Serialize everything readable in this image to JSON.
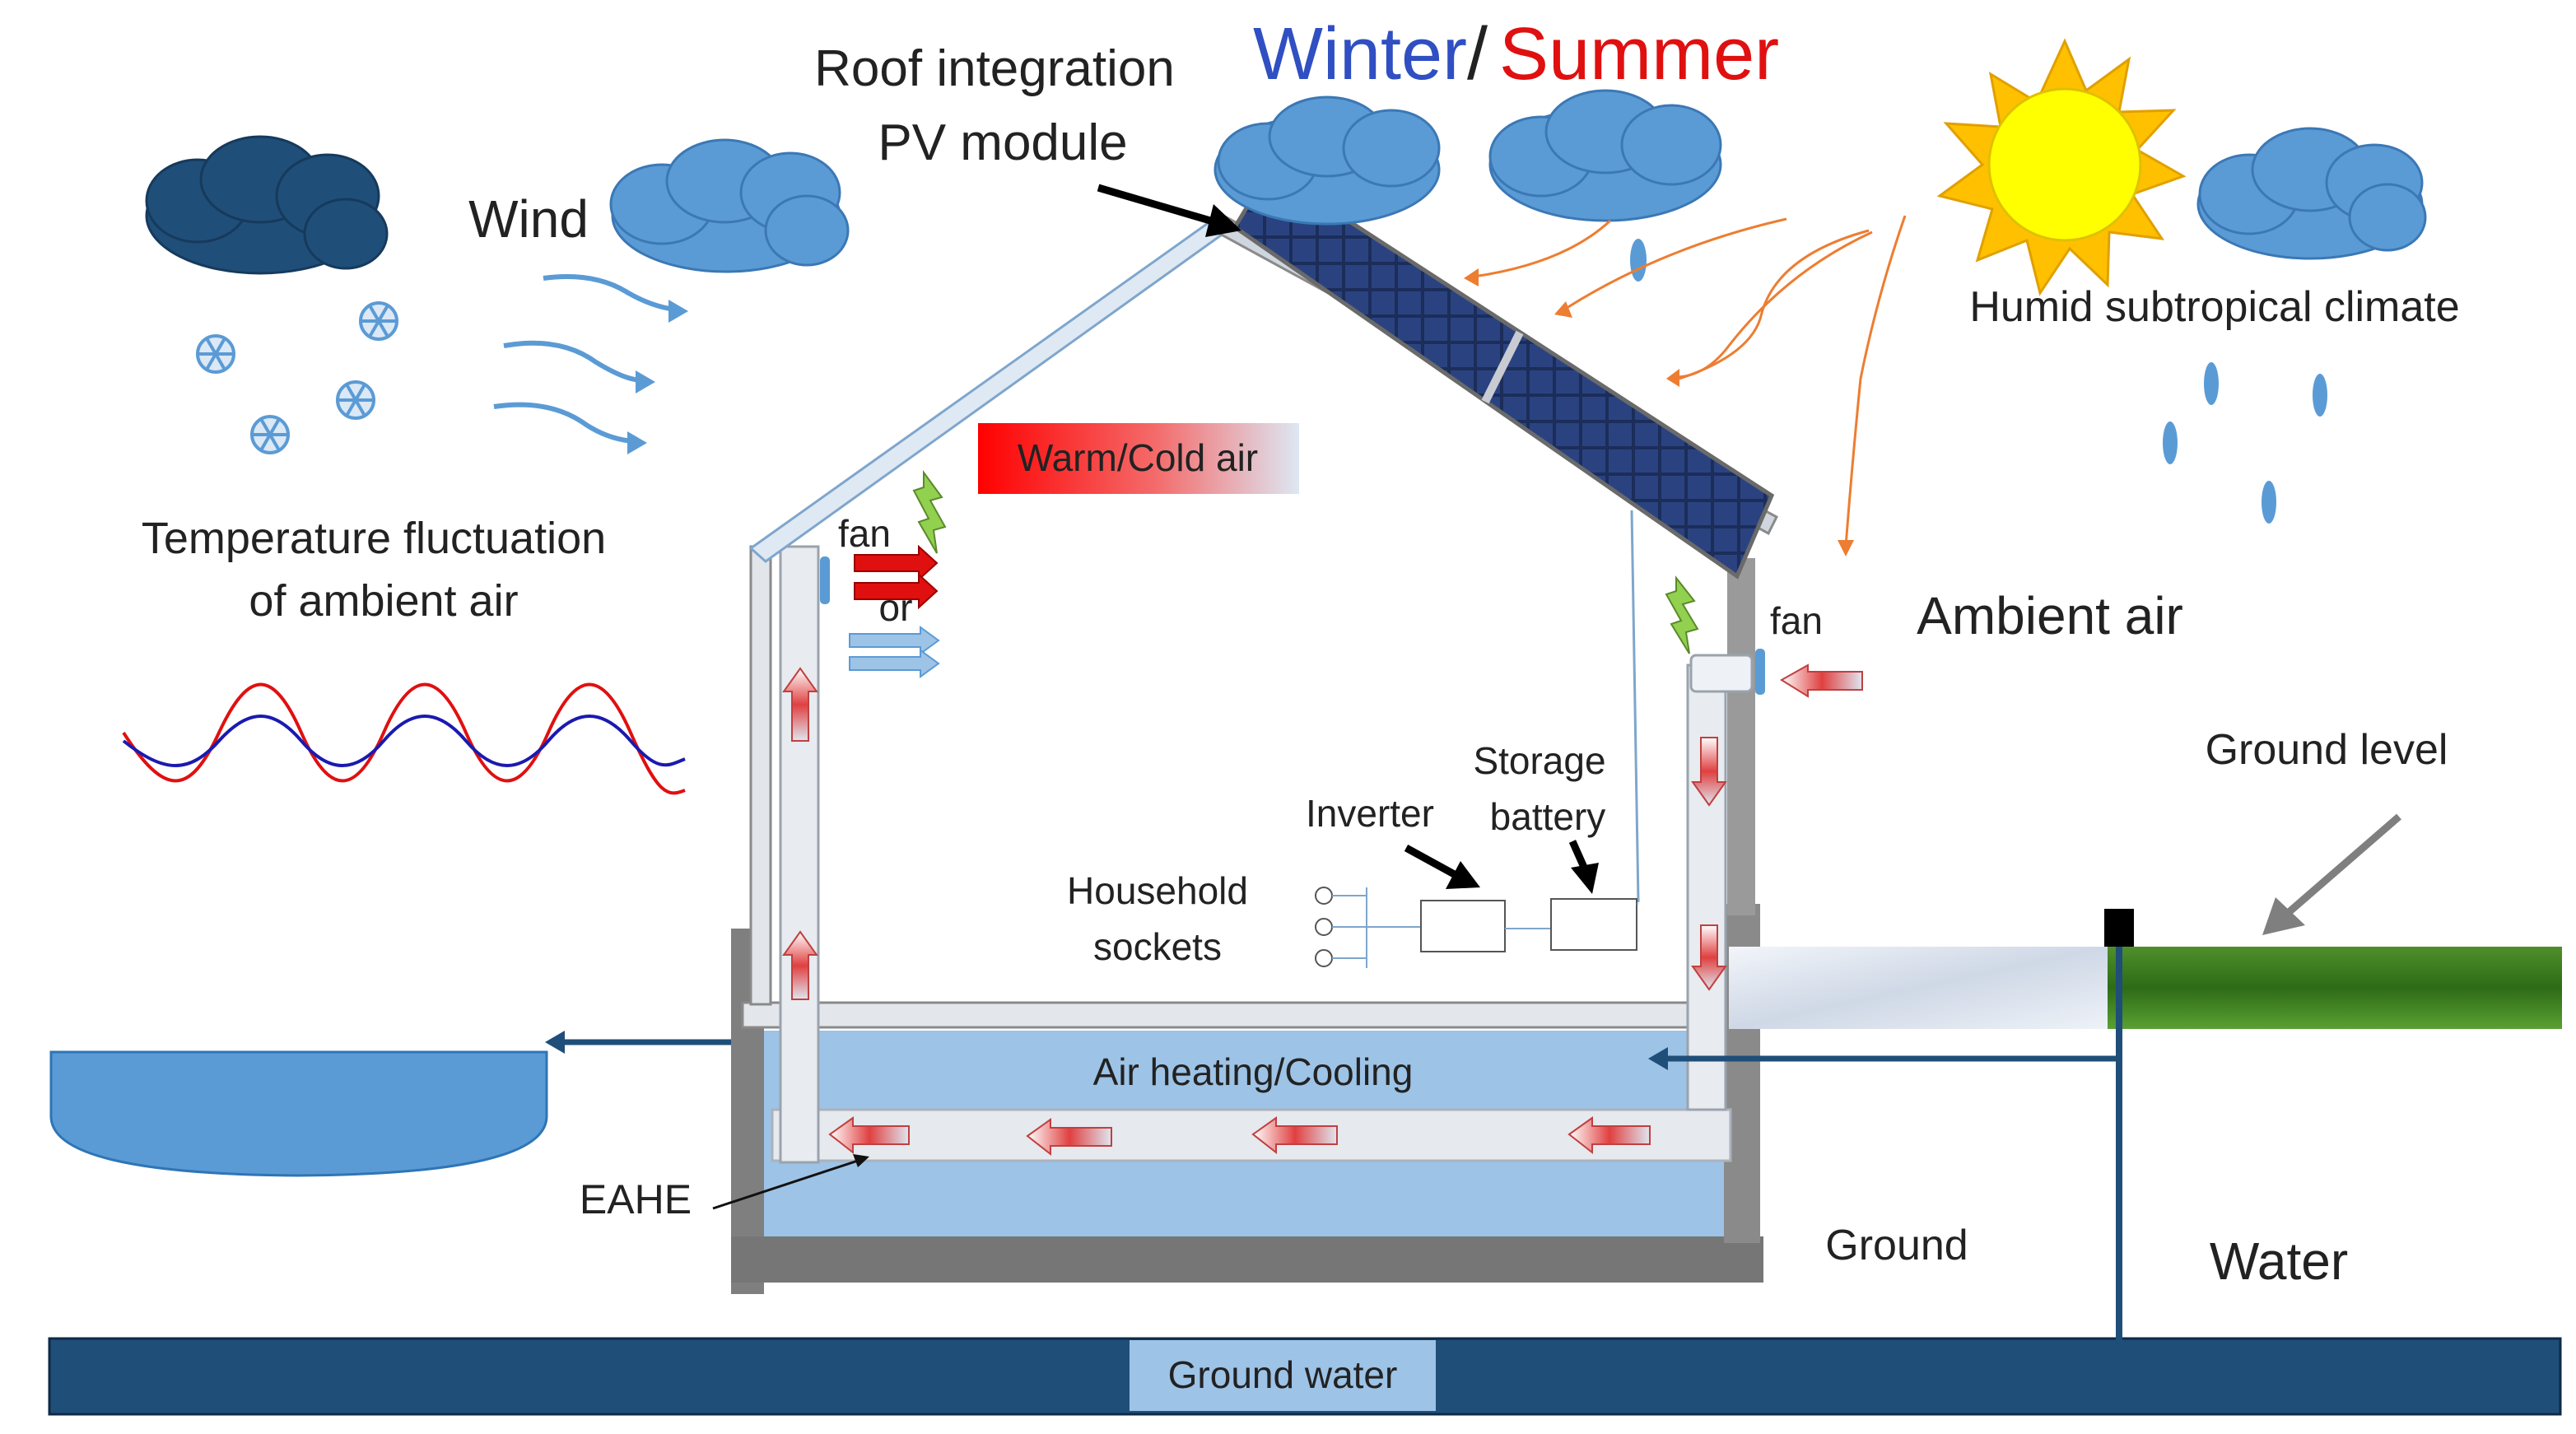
{
  "header": {
    "roof_label_line1": "Roof integration",
    "roof_label_line2": "PV module",
    "winter": "Winter",
    "slash": "/",
    "summer": "Summer"
  },
  "left": {
    "wind": "Wind",
    "temp_line1": "Temperature fluctuation",
    "temp_line2": "of ambient air"
  },
  "right": {
    "climate": "Humid subtropical climate",
    "ambient_air": "Ambient air",
    "ground_level": "Ground level",
    "ground": "Ground",
    "water": "Water"
  },
  "house": {
    "warm_cold_air": "Warm/Cold air",
    "fan_left": "fan",
    "or": "or",
    "fan_right": "fan",
    "storage_line1": "Storage",
    "storage_line2": "battery",
    "inverter": "Inverter",
    "household_line1": "Household",
    "household_line2": "sockets",
    "air_heating": "Air heating/Cooling",
    "eahe": "EAHE"
  },
  "bottom": {
    "ground_water": "Ground water"
  },
  "colors": {
    "winter": "#2f4fc2",
    "summer": "#e01010",
    "sky_cloud": "#5b9bd5",
    "storm_cloud": "#1f4e79",
    "ground_water": "#1f4e79",
    "basement_fill": "#9dc3e6",
    "wall": "#e8eaed",
    "orange_flow": "#ed7d31",
    "sun": "#ffc000"
  }
}
